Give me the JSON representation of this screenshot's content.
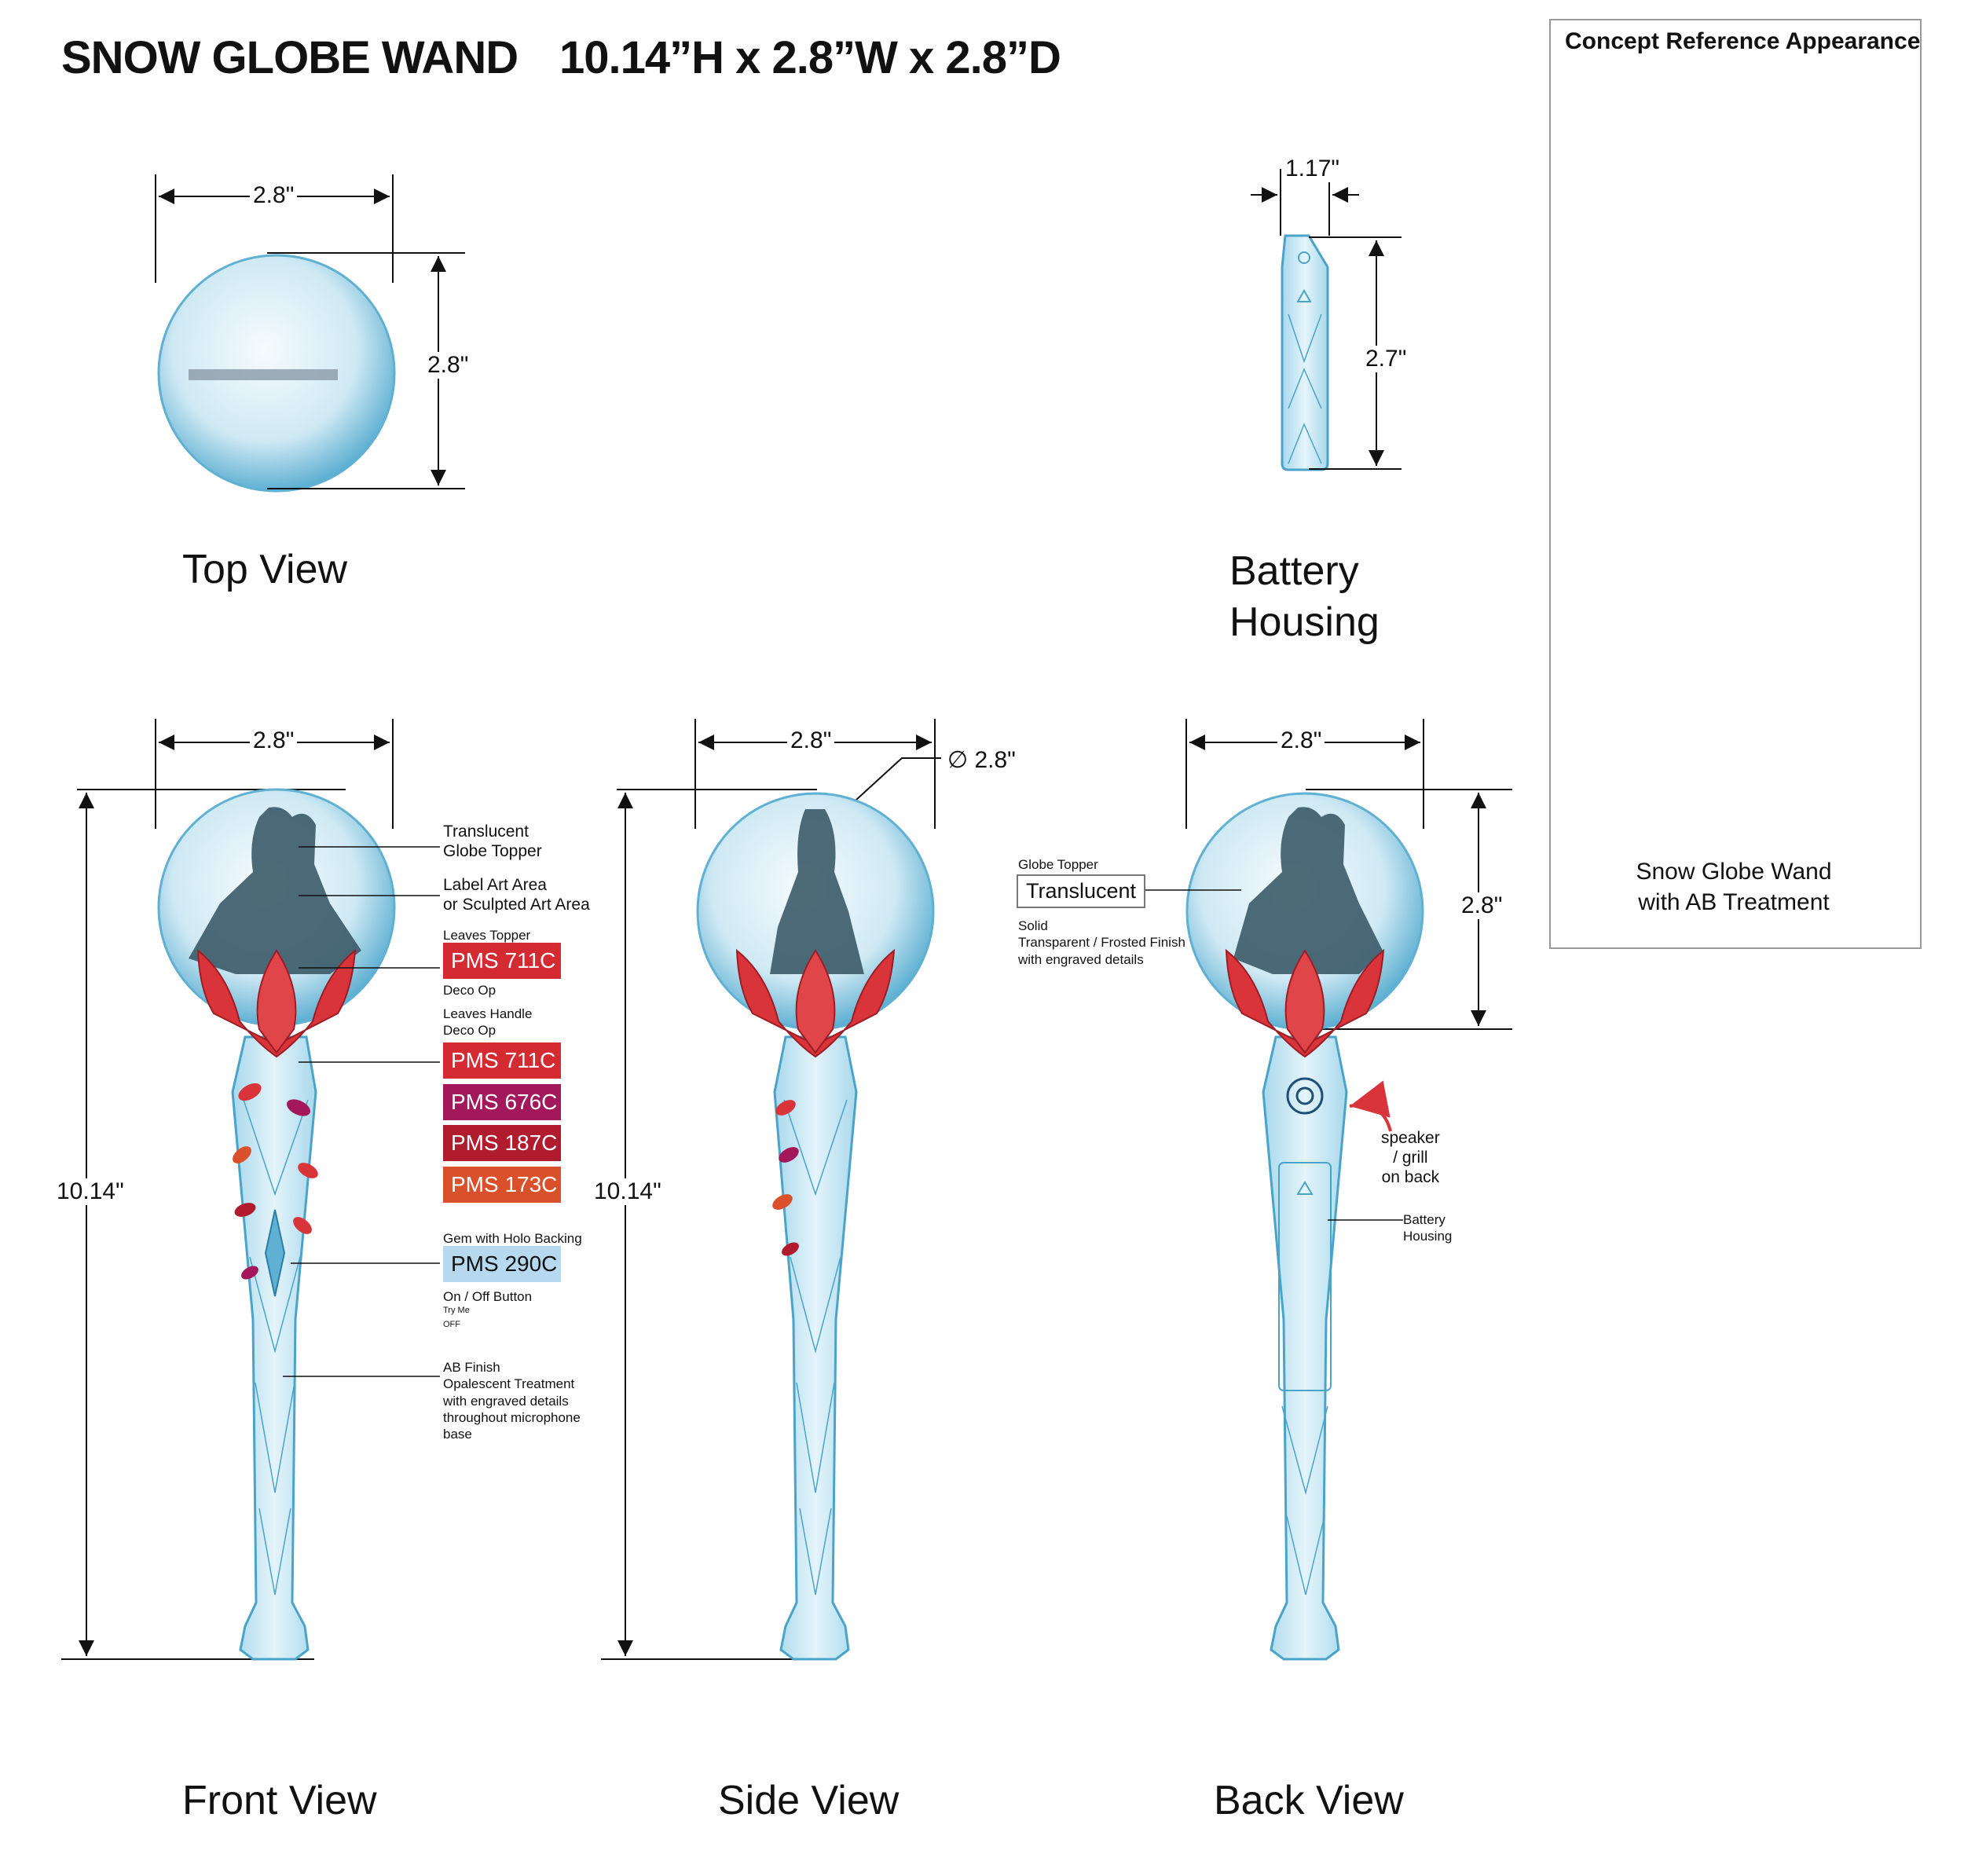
{
  "title": {
    "product": "SNOW GLOBE WAND",
    "dimensions": "10.14”H x 2.8”W x 2.8”D"
  },
  "views": {
    "top": "Top View",
    "battery_housing": "Battery\nHousing",
    "front": "Front View",
    "side": "Side View",
    "back": "Back View"
  },
  "dimensions": {
    "top_width": "2.8\"",
    "top_height": "2.8\"",
    "battery_width": "1.17\"",
    "battery_height": "2.7\"",
    "front_width": "2.8\"",
    "front_height": "10.14\"",
    "side_width": "2.8\"",
    "side_diameter": "∅ 2.8\"",
    "side_height": "10.14\"",
    "back_width": "2.8\"",
    "back_globe_height": "2.8\""
  },
  "front_callouts": {
    "globe_topper": "Translucent\nGlobe Topper",
    "label_art": "Label Art Area\nor Sculpted Art Area",
    "leaves_topper": "Leaves Topper",
    "deco_op": "Deco Op",
    "leaves_handle": "Leaves Handle\nDeco Op",
    "gem": "Gem with Holo Backing",
    "on_off": "On / Off Button",
    "try_me": "Try Me",
    "off": "OFF",
    "ab_finish": "AB Finish\nOpalescent Treatment\nwith engraved details\nthroughout microphone\nbase"
  },
  "swatches": [
    {
      "label": "PMS 711C",
      "color": "#d42a32"
    },
    {
      "label": "PMS 711C",
      "color": "#d42a32"
    },
    {
      "label": "PMS 676C",
      "color": "#a2185b"
    },
    {
      "label": "PMS 187C",
      "color": "#b01c2e"
    },
    {
      "label": "PMS 173C",
      "color": "#d9502a"
    },
    {
      "label": "PMS 290C",
      "color": "#b6d9f0"
    }
  ],
  "back_callouts": {
    "globe_topper": "Globe Topper",
    "translucent": "Translucent",
    "finish": "Solid\nTransparent / Frosted Finish\nwith engraved details",
    "speaker": "speaker\n/ grill\non back",
    "battery": "Battery\nHousing"
  },
  "concept": {
    "title": "Concept Reference Appearance",
    "caption": "Snow Globe Wand\nwith AB Treatment"
  },
  "colors": {
    "line": "#111111",
    "globe_light": "#eaf6fb",
    "globe_mid": "#a9d8ec",
    "globe_edge": "#5fb0d2",
    "handle": "#cde9f5",
    "handle_stroke": "#4aa3c8",
    "leaf": "#d8343a",
    "leaf_dark": "#9c1d24",
    "silhouette": "#3b5a68",
    "arrow": "#d8343a"
  }
}
